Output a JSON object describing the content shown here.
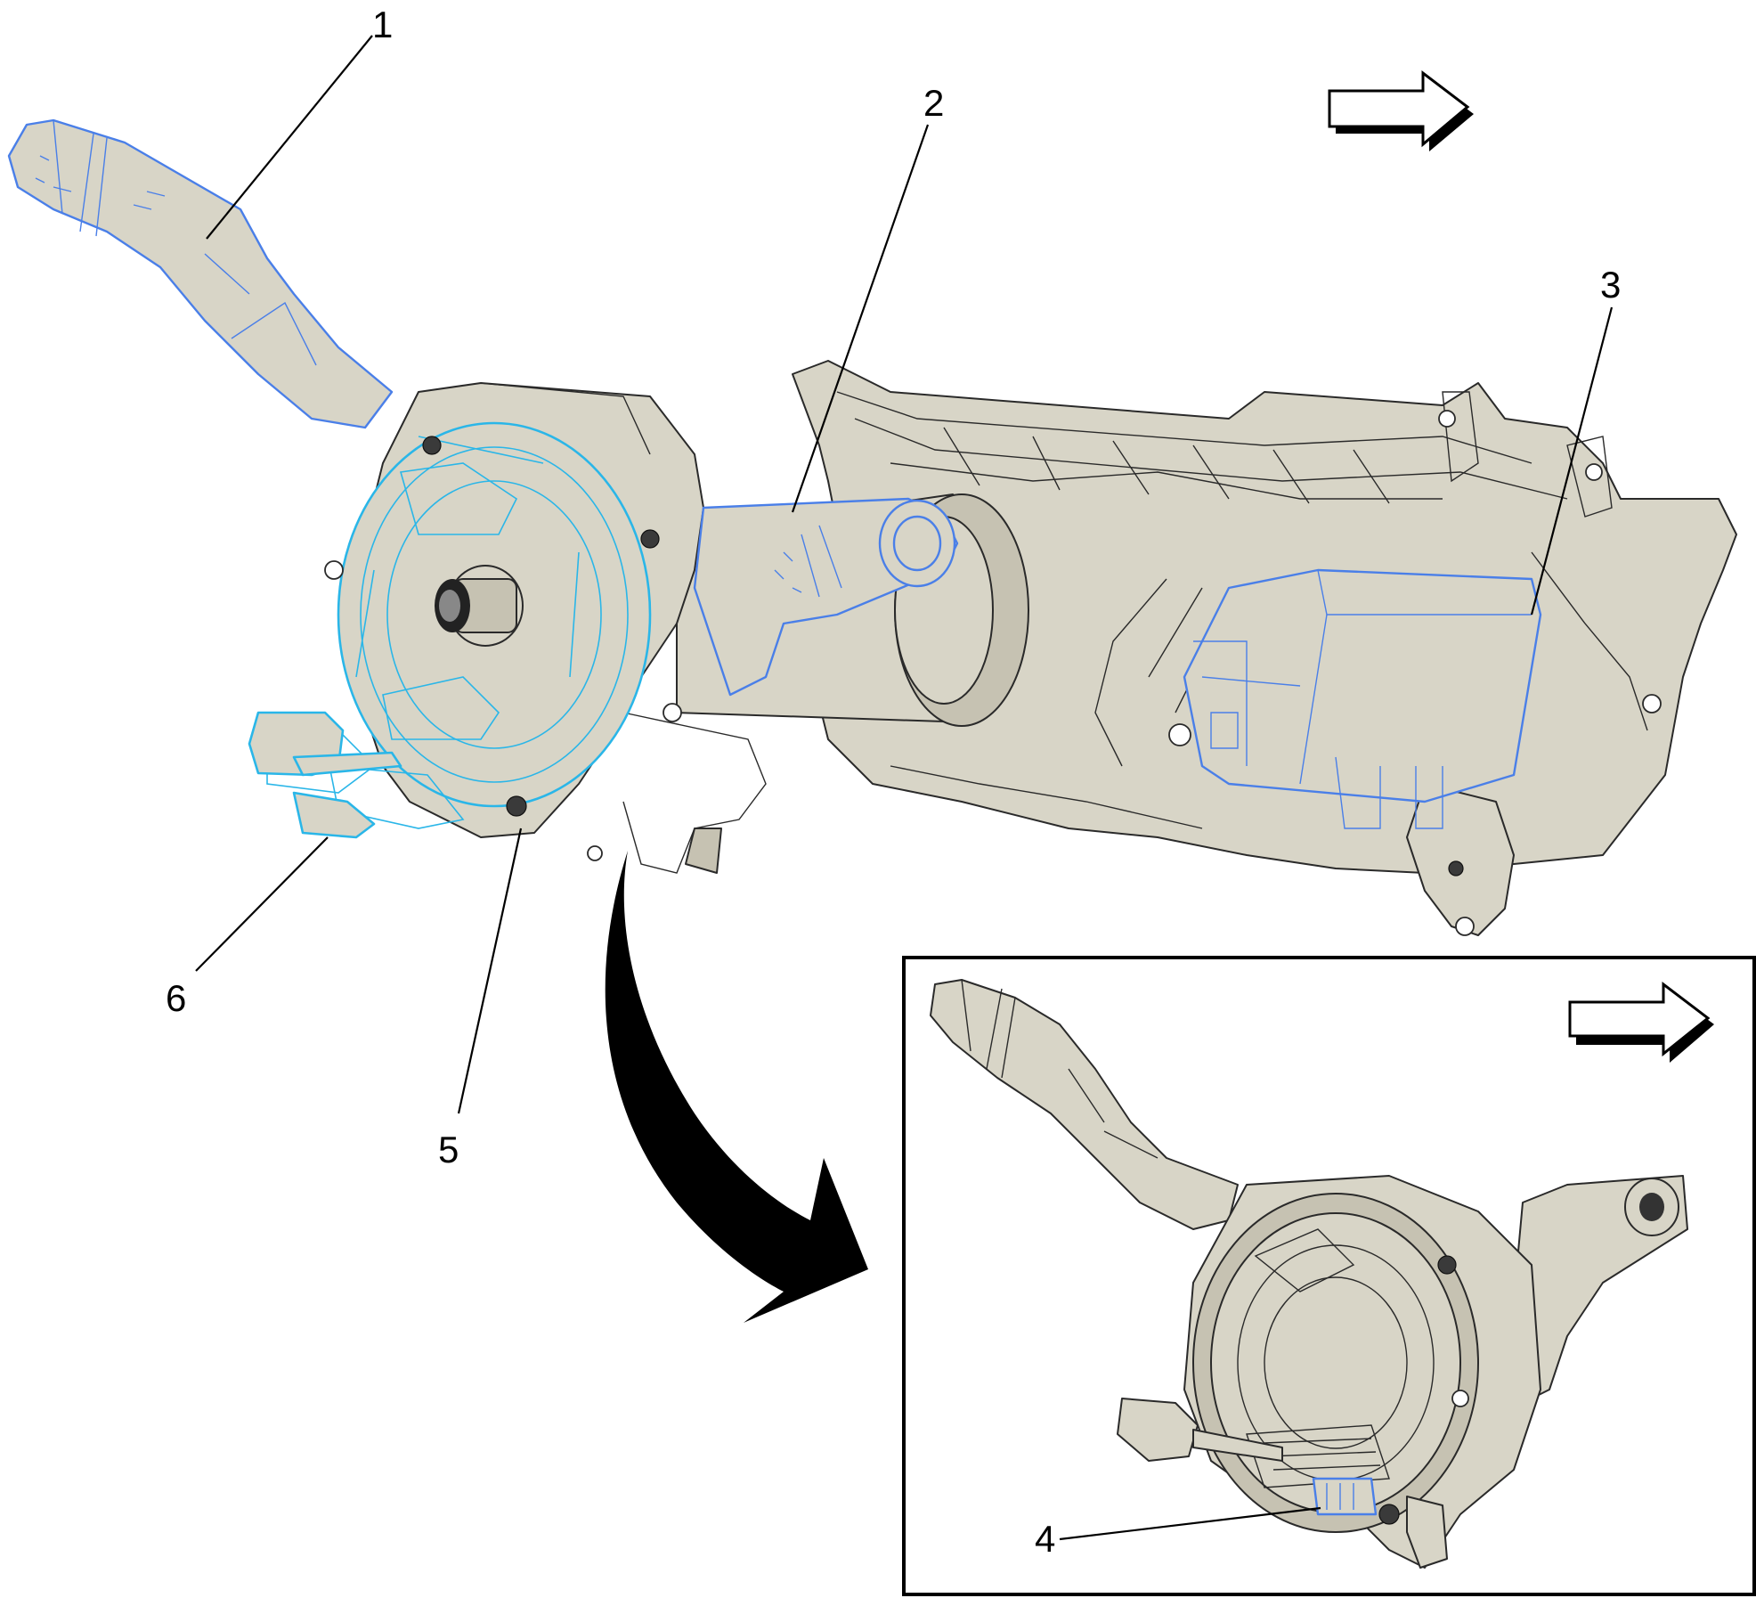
{
  "callouts": [
    {
      "id": "1",
      "label": "1"
    },
    {
      "id": "2",
      "label": "2"
    },
    {
      "id": "3",
      "label": "3"
    },
    {
      "id": "4",
      "label": "4"
    },
    {
      "id": "5",
      "label": "5"
    },
    {
      "id": "6",
      "label": "6"
    }
  ],
  "colors": {
    "part_fill": "#d8d5c7",
    "outline": "#2a2a2a",
    "highlight_blue": "#4a7fe8",
    "highlight_cyan": "#2ab6e8",
    "arrow": "#000000"
  },
  "icons": {
    "direction_arrow_main": "right-arrow-icon",
    "direction_arrow_inset": "right-arrow-icon",
    "transition_arrow": "curved-arrow-icon"
  }
}
